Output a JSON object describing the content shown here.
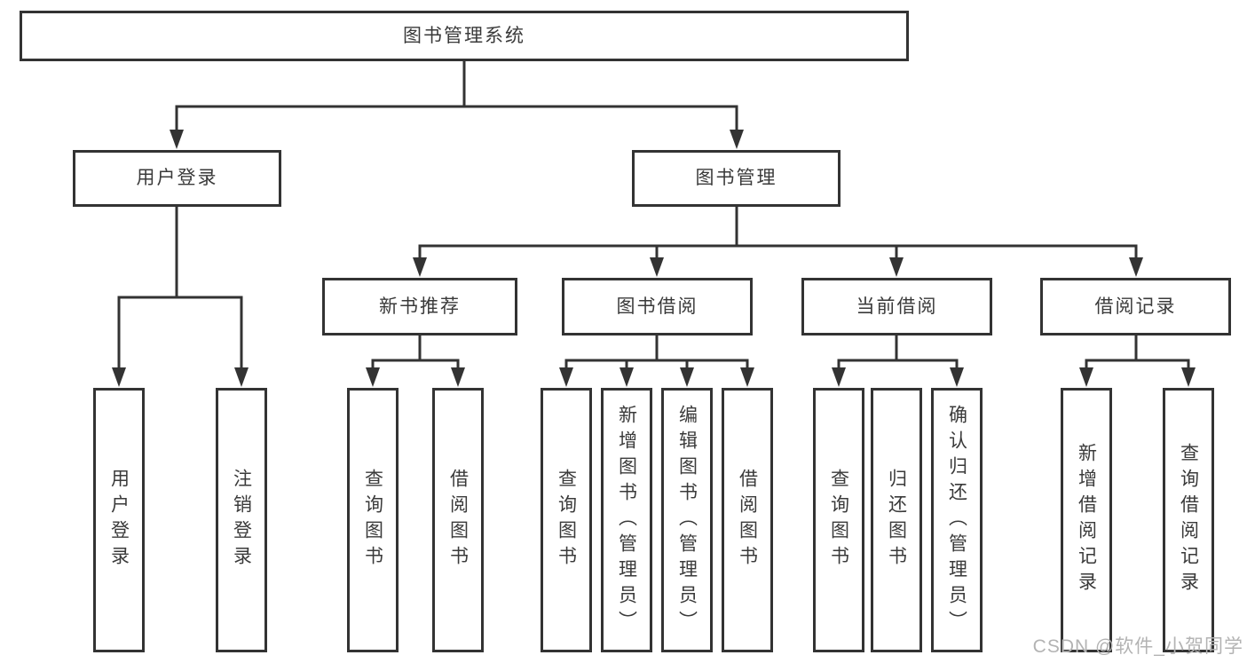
{
  "diagram": {
    "nodes": {
      "root": "图书管理系统",
      "userLogin": "用户登录",
      "bookMgmt": "图书管理",
      "newBookRec": "新书推荐",
      "bookBorrow": "图书借阅",
      "currentBorrow": "当前借阅",
      "borrowRecords": "借阅记录",
      "leafUserLogin": "用户登录",
      "leafLogout": "注销登录",
      "leafQueryBooks1": "查询图书",
      "leafBorrowBooks1": "借阅图书",
      "leafQueryBooks2": "查询图书",
      "leafAddBookAdmin": "新增图书（管理员）",
      "leafEditBookAdmin": "编辑图书（管理员）",
      "leafBorrowBooks2": "借阅图书",
      "leafQueryBooks3": "查询图书",
      "leafReturnBooks": "归还图书",
      "leafConfirmReturnAdmin": "确认归还（管理员）",
      "leafAddBorrowRecord": "新增借阅记录",
      "leafQueryBorrowRecord": "查询借阅记录"
    },
    "hierarchy": {
      "图书管理系统": [
        "用户登录",
        "图书管理"
      ],
      "用户登录": [
        "用户登录",
        "注销登录"
      ],
      "图书管理": [
        "新书推荐",
        "图书借阅",
        "当前借阅",
        "借阅记录"
      ],
      "新书推荐": [
        "查询图书",
        "借阅图书"
      ],
      "图书借阅": [
        "查询图书",
        "新增图书（管理员）",
        "编辑图书（管理员）",
        "借阅图书"
      ],
      "当前借阅": [
        "查询图书",
        "归还图书",
        "确认归还（管理员）"
      ],
      "借阅记录": [
        "新增借阅记录",
        "查询借阅记录"
      ]
    },
    "colors": {
      "line": "#333333",
      "text": "#3a3a3a",
      "watermark": "#b3b3b3",
      "background": "#ffffff"
    }
  },
  "watermark": "CSDN @软件_小贺同学"
}
